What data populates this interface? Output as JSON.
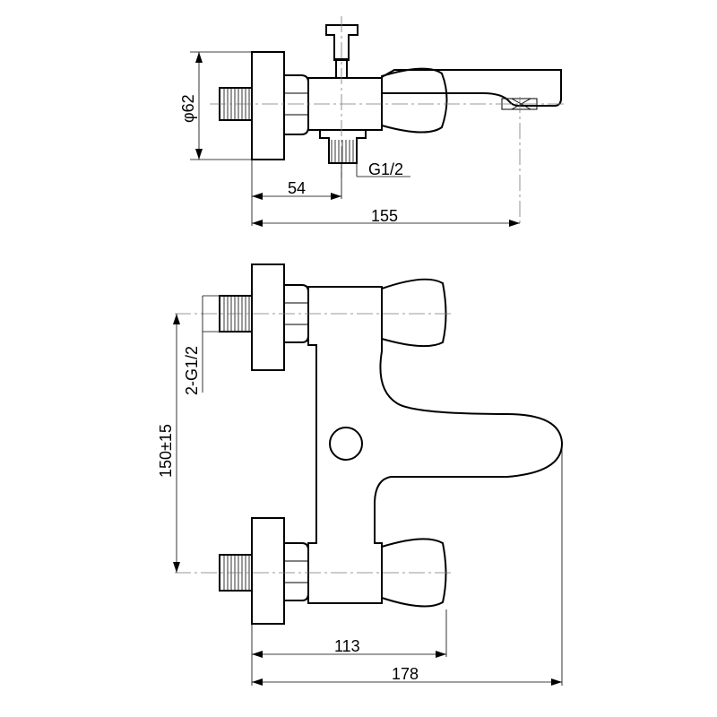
{
  "drawing": {
    "top_view": {
      "diameter_label": "φ62",
      "thread_label": "G1/2",
      "dim_54": "54",
      "dim_155": "155"
    },
    "front_view": {
      "thread_label": "2-G1/2",
      "spacing_label": "150±15",
      "dim_113": "113",
      "dim_178": "178"
    }
  }
}
